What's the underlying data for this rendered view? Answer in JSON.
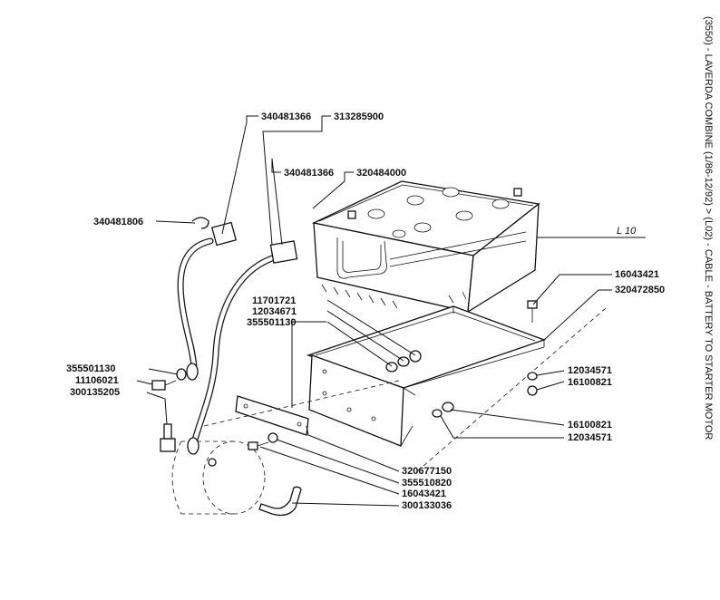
{
  "title": "(3550) - LAVERDA COMBINE (1/86-12/92) > (L02) - CABLE - BATTERY TO STARTER MOTOR",
  "labels": {
    "l10": "L 10"
  },
  "parts": {
    "p340481366_a": "340481366",
    "p313285900": "313285900",
    "p340481366_b": "340481366",
    "p320484000": "320484000",
    "p340481806": "340481806",
    "p11701721": "11701721",
    "p12034671": "12034671",
    "p355501130_a": "355501130",
    "p355501130_b": "355501130",
    "p11106021": "11106021",
    "p300135205": "300135205",
    "p16043421_a": "16043421",
    "p320472850": "320472850",
    "p12034571_a": "12034571",
    "p16100821_a": "16100821",
    "p16100821_b": "16100821",
    "p12034571_b": "12034571",
    "p320677150": "320677150",
    "p355510820": "355510820",
    "p16043421_b": "16043421",
    "p300133036": "300133036"
  }
}
